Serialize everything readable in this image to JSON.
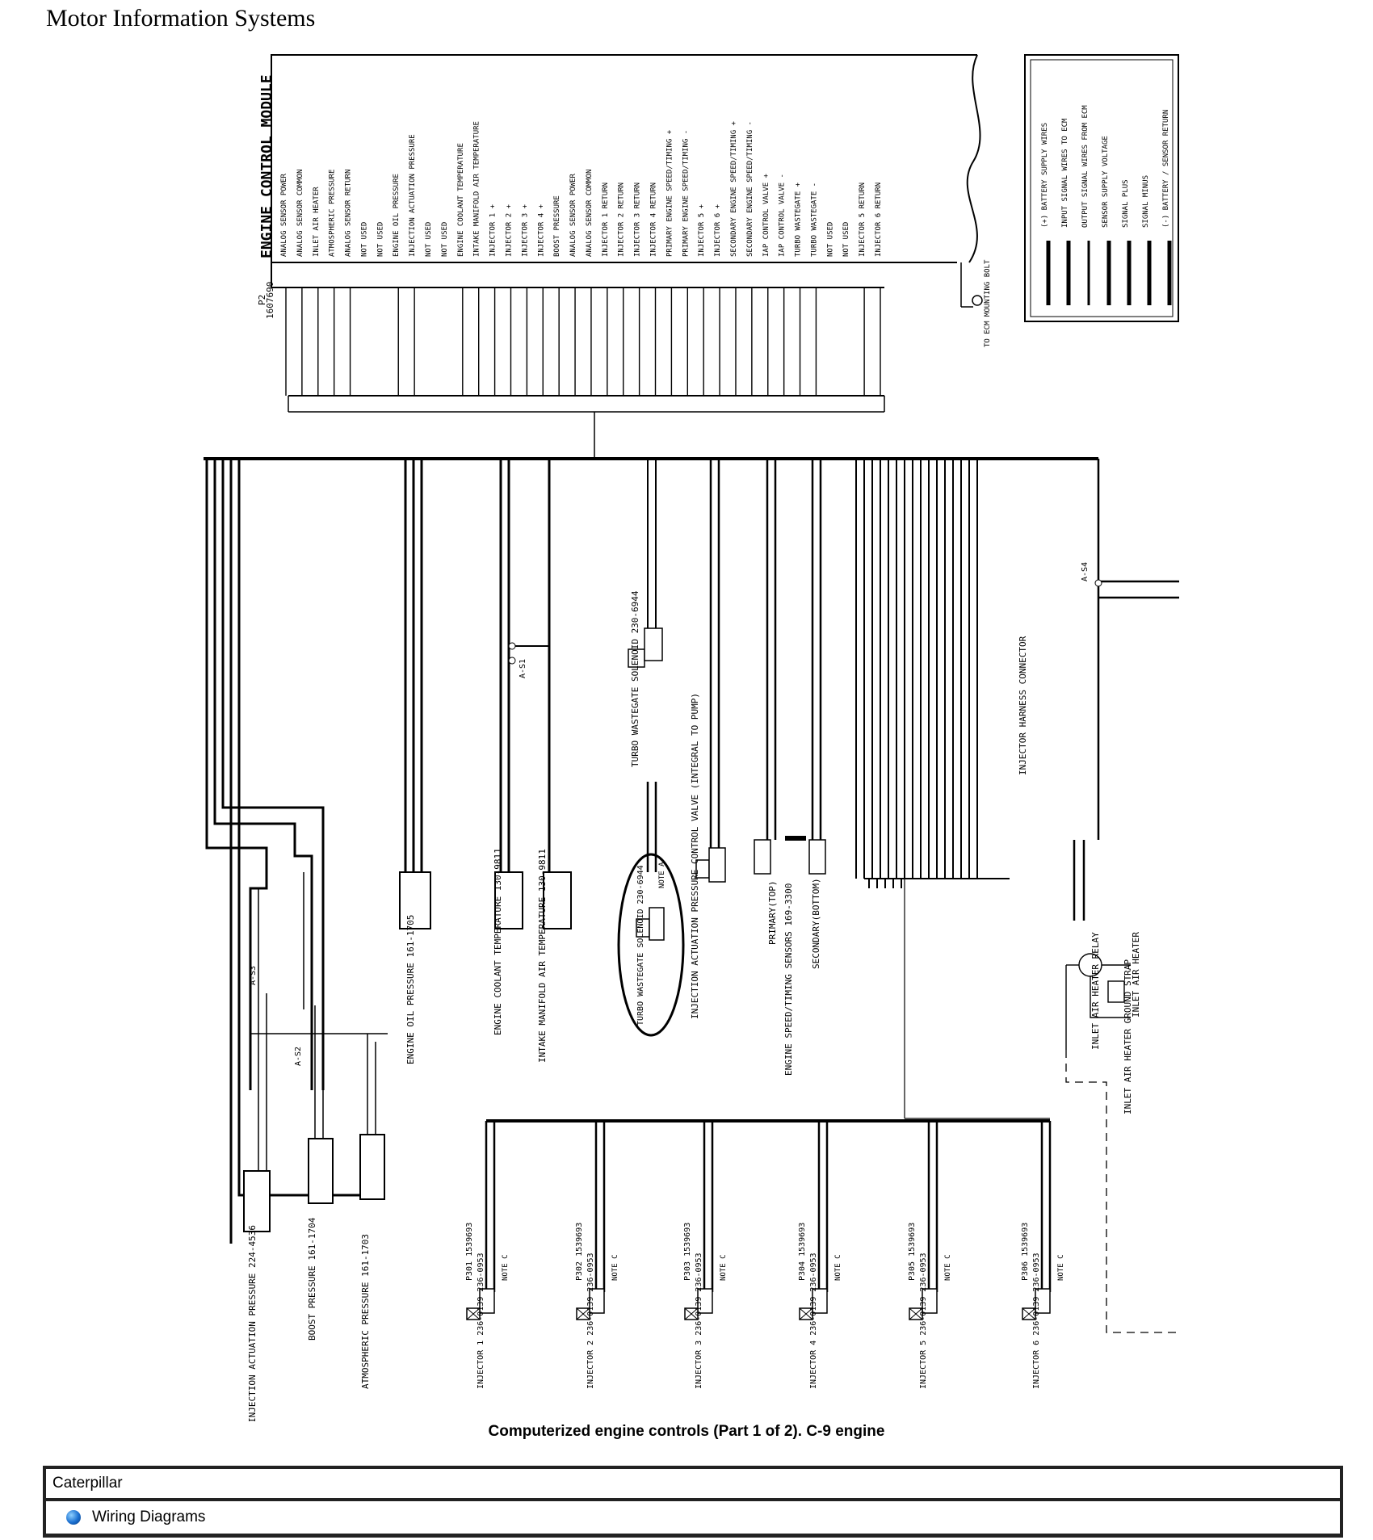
{
  "header": {
    "title": "Motor Information Systems"
  },
  "ecm": {
    "title": "ENGINE CONTROL MODULE",
    "connector": "P2",
    "part": "1607690",
    "pins": [
      "ANALOG SENSOR POWER",
      "ANALOG SENSOR COMMON",
      "INLET AIR HEATER",
      "ATMOSPHERIC PRESSURE",
      "ANALOG SENSOR RETURN",
      "NOT USED",
      "NOT USED",
      "ENGINE OIL PRESSURE",
      "INJECTION ACTUATION PRESSURE",
      "NOT USED",
      "NOT USED",
      "ENGINE COOLANT TEMPERATURE",
      "INTAKE MANIFOLD AIR TEMPERATURE",
      "INJECTOR 1 +",
      "INJECTOR 2 +",
      "INJECTOR 3 +",
      "INJECTOR 4 +",
      "BOOST PRESSURE",
      "ANALOG SENSOR POWER",
      "ANALOG SENSOR COMMON",
      "INJECTOR 1 RETURN",
      "INJECTOR 2 RETURN",
      "INJECTOR 3 RETURN",
      "INJECTOR 4 RETURN",
      "PRIMARY ENGINE SPEED/TIMING +",
      "PRIMARY ENGINE SPEED/TIMING -",
      "INJECTOR 5 +",
      "INJECTOR 6 +",
      "SECONDARY ENGINE SPEED/TIMING +",
      "SECONDARY ENGINE SPEED/TIMING -",
      "IAP CONTROL VALVE +",
      "IAP CONTROL VALVE -",
      "TURBO WASTEGATE +",
      "TURBO WASTEGATE -",
      "NOT USED",
      "NOT USED",
      "INJECTOR 5 RETURN",
      "INJECTOR 6 RETURN"
    ],
    "mount": "TO ECM MOUNTING BOLT"
  },
  "legend": {
    "items": [
      "(+) BATTERY SUPPLY WIRES",
      "INPUT SIGNAL WIRES TO ECM",
      "OUTPUT SIGNAL WIRES FROM ECM",
      "SENSOR SUPPLY VOLTAGE",
      "SIGNAL PLUS",
      "SIGNAL MINUS",
      "(-) BATTERY / SENSOR RETURN"
    ]
  },
  "components": {
    "inj_act_pressure": "INJECTION ACTUATION PRESSURE 224-4536",
    "boost_pressure": "BOOST PRESSURE 161-1704",
    "atmos_pressure": "ATMOSPHERIC PRESSURE 161-1703",
    "oil_pressure": "ENGINE OIL PRESSURE 161-1705",
    "coolant_temp": "ENGINE COOLANT TEMPERATURE 130-9811",
    "intake_temp": "INTAKE MANIFOLD AIR TEMPERATURE 130-9811",
    "wastegate_top": "TURBO WASTEGATE SOLENOID 230-6944",
    "wastegate_oval": "TURBO WASTEGATE SOLENOID 230-6944",
    "iap_valve": "INJECTION ACTUATION PRESSURE CONTROL VALVE (INTEGRAL TO PUMP)",
    "speed_sensors": "ENGINE SPEED/TIMING SENSORS 169-3300",
    "primary": "PRIMARY(TOP)",
    "secondary": "SECONDARY(BOTTOM)",
    "injector_harness": "INJECTOR HARNESS CONNECTOR",
    "inlet_relay": "INLET AIR HEATER RELAY",
    "inlet_heater": "INLET AIR HEATER",
    "inlet_strap": "INLET AIR HEATER GROUND STRAP",
    "note_a": "NOTE A",
    "note_c": "NOTE C",
    "splice_s1": "A-S1",
    "splice_s2": "A-S2",
    "splice_s3": "A-S3",
    "splice_s4": "A-S4",
    "injectors": [
      "INJECTOR 1 236-0139 236-0953",
      "INJECTOR 2 236-0139 236-0953",
      "INJECTOR 3 236-0139 236-0953",
      "INJECTOR 4 236-0139 236-0953",
      "INJECTOR 5 236-0139 236-0953",
      "INJECTOR 6 236-0139 236-0953"
    ],
    "injector_connectors": [
      "P301 1539693",
      "P302 1539693",
      "P303 1539693",
      "P304 1539693",
      "P305 1539693",
      "P306 1539693"
    ]
  },
  "caption": "Computerized engine controls (Part 1 of 2). C-9 engine",
  "footer": {
    "brand": "Caterpillar",
    "section": "Wiring Diagrams"
  }
}
